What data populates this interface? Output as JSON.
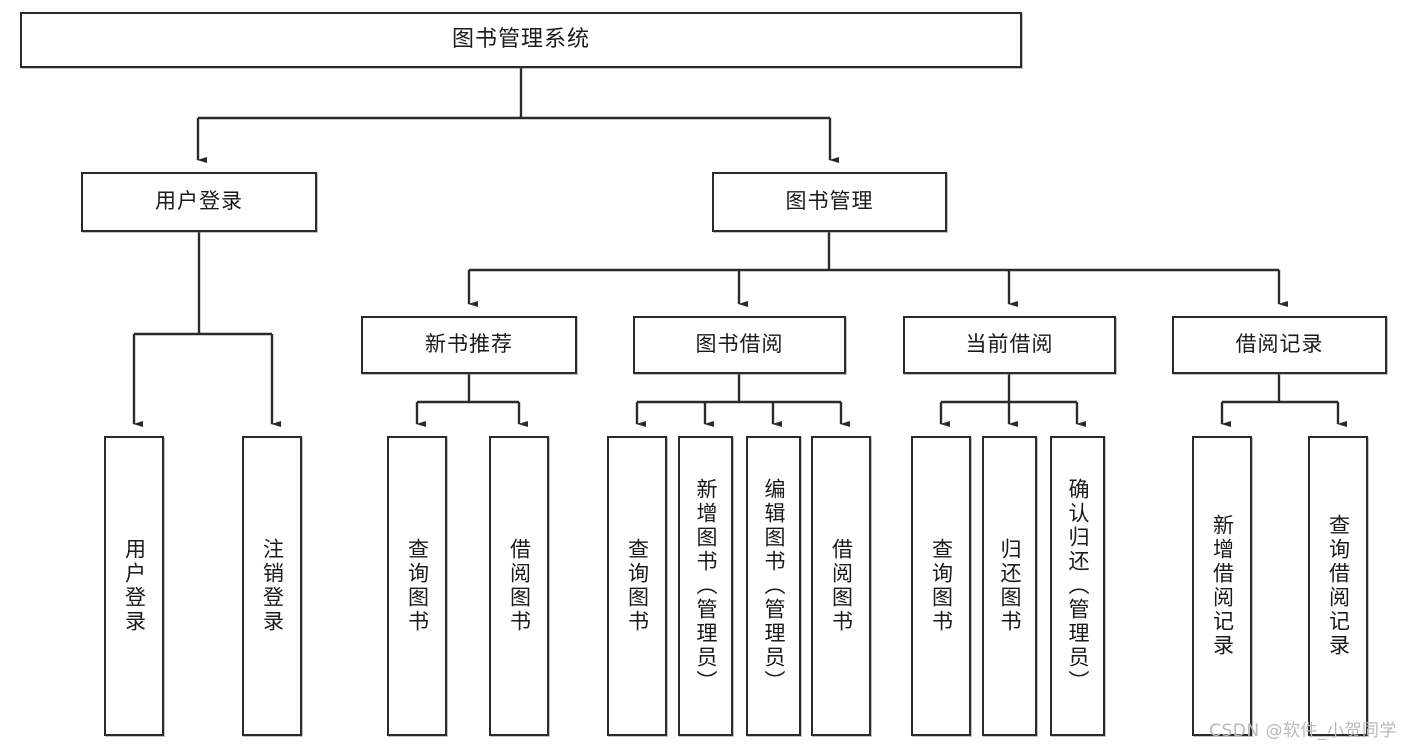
{
  "diagram": {
    "title": "图书管理系统",
    "type": "tree",
    "watermark": "CSDN @软件_小贺同学",
    "colors": {
      "box_border": "#2b2b2b",
      "box_fill": "#ffffff",
      "edge": "#2b2b2b",
      "text": "#1a1a1a",
      "watermark": "#b9b9b9"
    },
    "nodes": {
      "root": {
        "label": "图书管理系统",
        "level": 1,
        "orientation": "horizontal"
      },
      "user_login": {
        "label": "用户登录",
        "level": 2,
        "orientation": "horizontal"
      },
      "book_manage": {
        "label": "图书管理",
        "level": 2,
        "orientation": "horizontal"
      },
      "new_book_rec": {
        "label": "新书推荐",
        "level": 3,
        "orientation": "horizontal"
      },
      "book_borrow": {
        "label": "图书借阅",
        "level": 3,
        "orientation": "horizontal"
      },
      "current_borrow": {
        "label": "当前借阅",
        "level": 3,
        "orientation": "horizontal"
      },
      "borrow_record": {
        "label": "借阅记录",
        "level": 3,
        "orientation": "horizontal"
      },
      "leaf_user_login": {
        "label": "用户登录",
        "level": 3,
        "orientation": "vertical"
      },
      "leaf_logout": {
        "label": "注销登录",
        "level": 3,
        "orientation": "vertical"
      },
      "leaf_rec_query": {
        "label": "查询图书",
        "level": 4,
        "orientation": "vertical"
      },
      "leaf_rec_borrow": {
        "label": "借阅图书",
        "level": 4,
        "orientation": "vertical"
      },
      "leaf_borrow_query": {
        "label": "查询图书",
        "level": 4,
        "orientation": "vertical"
      },
      "leaf_add_book": {
        "label": "新增图书（管理员）",
        "level": 4,
        "orientation": "vertical"
      },
      "leaf_edit_book": {
        "label": "编辑图书（管理员）",
        "level": 4,
        "orientation": "vertical"
      },
      "leaf_borrow_book": {
        "label": "借阅图书",
        "level": 4,
        "orientation": "vertical"
      },
      "leaf_cur_query": {
        "label": "查询图书",
        "level": 4,
        "orientation": "vertical"
      },
      "leaf_return_book": {
        "label": "归还图书",
        "level": 4,
        "orientation": "vertical"
      },
      "leaf_confirm_return": {
        "label": "确认归还（管理员）",
        "level": 4,
        "orientation": "vertical"
      },
      "leaf_add_record": {
        "label": "新增借阅记录",
        "level": 4,
        "orientation": "vertical"
      },
      "leaf_query_record": {
        "label": "查询借阅记录",
        "level": 4,
        "orientation": "vertical"
      }
    },
    "edges": [
      {
        "from": "root",
        "to": "user_login"
      },
      {
        "from": "root",
        "to": "book_manage"
      },
      {
        "from": "user_login",
        "to": "leaf_user_login"
      },
      {
        "from": "user_login",
        "to": "leaf_logout"
      },
      {
        "from": "book_manage",
        "to": "new_book_rec"
      },
      {
        "from": "book_manage",
        "to": "book_borrow"
      },
      {
        "from": "book_manage",
        "to": "current_borrow"
      },
      {
        "from": "book_manage",
        "to": "borrow_record"
      },
      {
        "from": "new_book_rec",
        "to": "leaf_rec_query"
      },
      {
        "from": "new_book_rec",
        "to": "leaf_rec_borrow"
      },
      {
        "from": "book_borrow",
        "to": "leaf_borrow_query"
      },
      {
        "from": "book_borrow",
        "to": "leaf_add_book"
      },
      {
        "from": "book_borrow",
        "to": "leaf_edit_book"
      },
      {
        "from": "book_borrow",
        "to": "leaf_borrow_book"
      },
      {
        "from": "current_borrow",
        "to": "leaf_cur_query"
      },
      {
        "from": "current_borrow",
        "to": "leaf_return_book"
      },
      {
        "from": "current_borrow",
        "to": "leaf_confirm_return"
      },
      {
        "from": "borrow_record",
        "to": "leaf_add_record"
      },
      {
        "from": "borrow_record",
        "to": "leaf_query_record"
      }
    ]
  }
}
